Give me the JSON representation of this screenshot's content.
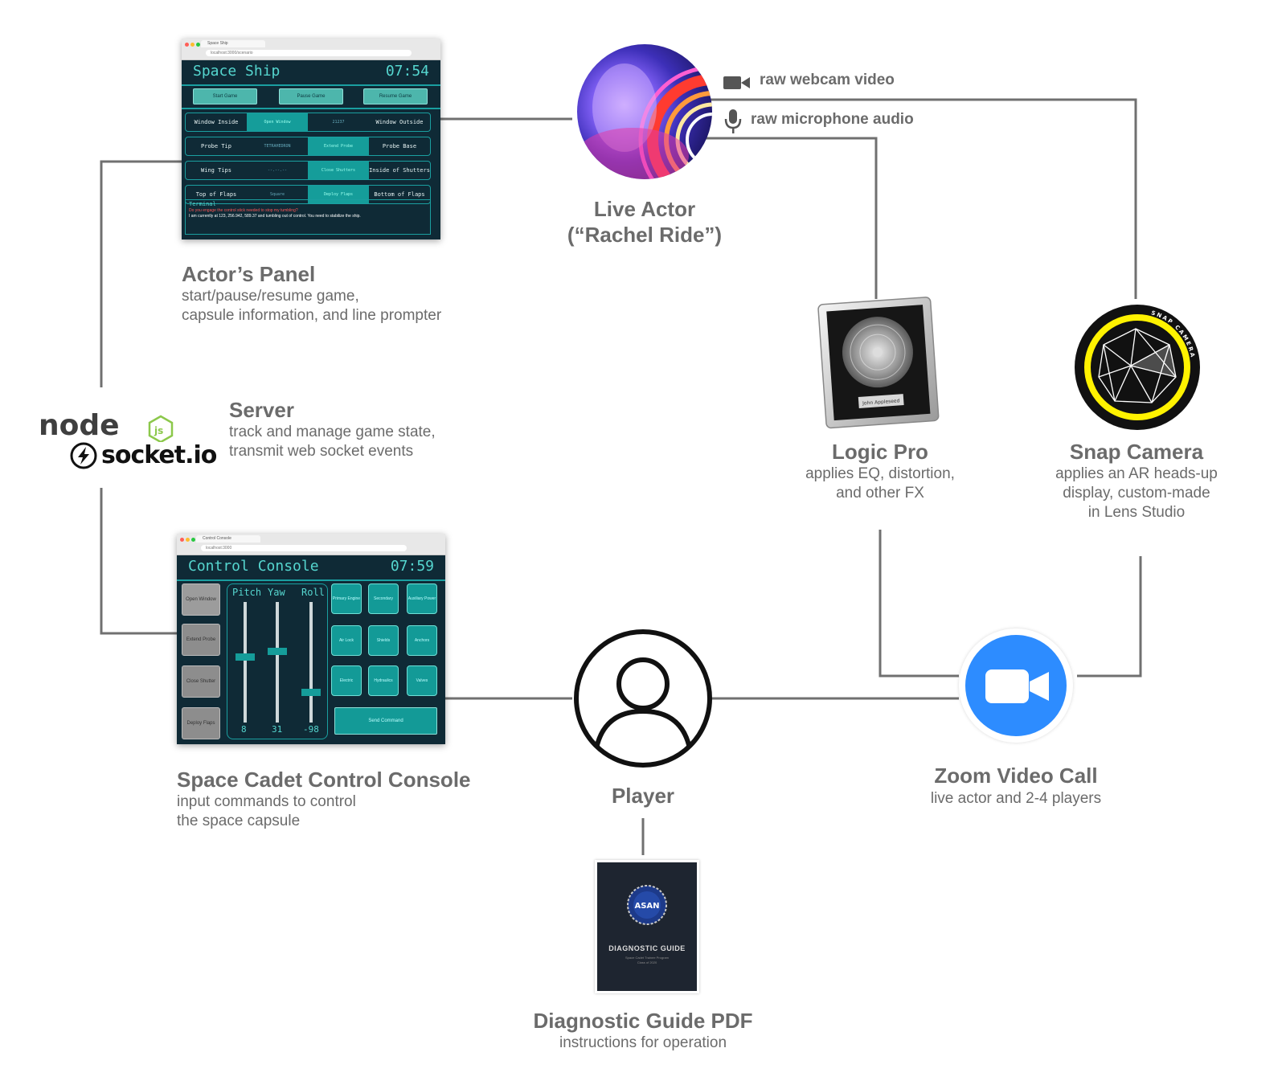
{
  "nodes": {
    "actors_panel": {
      "title": "Actor’s Panel",
      "desc1": "start/pause/resume game,",
      "desc2": "capsule information, and line prompter"
    },
    "live_actor": {
      "title1": "Live Actor",
      "title2": "(“Rachel Ride”)"
    },
    "server": {
      "title": "Server",
      "desc1": "track and manage game state,",
      "desc2": "transmit web socket events",
      "logo_node": "node",
      "logo_js": "js",
      "logo_socket": "socket.io"
    },
    "logic_pro": {
      "title": "Logic Pro",
      "desc1": "applies EQ, distortion,",
      "desc2": "and other FX"
    },
    "snap_camera": {
      "title": "Snap Camera",
      "desc1": "applies an AR heads-up",
      "desc2": "display, custom-made",
      "desc3": "in Lens Studio"
    },
    "control_console": {
      "title": "Space Cadet Control Console",
      "desc1": "input commands to control",
      "desc2": "the space capsule"
    },
    "player": {
      "title": "Player"
    },
    "zoom": {
      "title": "Zoom Video Call",
      "desc": "live actor and 2-4 players"
    },
    "diagnostic_guide": {
      "title": "Diagnostic Guide PDF",
      "desc": "instructions for operation",
      "cover_logo": "ASAN",
      "cover_title": "DIAGNOSTIC GUIDE",
      "cover_sub1": "Space Cadet Trainee Program",
      "cover_sub2": "Class of 2020"
    }
  },
  "edge_labels": {
    "video": "raw webcam video",
    "audio": "raw microphone audio"
  },
  "space_ship_ui": {
    "tab": "Space Ship",
    "url": "localhost:3000/scenario",
    "title": "Space Ship",
    "time": "07:54",
    "buttons": [
      "Start Game",
      "Pause Game",
      "Resume Game"
    ],
    "rows": [
      {
        "left": "Window Inside",
        "mid1": "Open Window",
        "mid2": "21237",
        "right": "Window Outside"
      },
      {
        "left": "Probe Tip",
        "mid1": "TETRAHEDRON",
        "mid2": "Extend Probe",
        "right": "Probe Base"
      },
      {
        "left": "Wing Tips",
        "mid1": "--.--.--",
        "mid2": "Close Shutters",
        "right": "Inside of Shutters"
      },
      {
        "left": "Top of Flaps",
        "mid1": "Square",
        "mid2": "Deploy Flaps",
        "right": "Bottom of Flaps"
      }
    ],
    "terminal_label": "Terminal",
    "terminal_red": "Do you engage the control stick needed to stop my tumbling?",
    "terminal_white": "I am currently at 123, 256.942, 589.37 and tumbling out of control. You need to stabilize the ship."
  },
  "console_ui": {
    "tab": "Control Console",
    "url": "localhost:3000",
    "title": "Control Console",
    "time": "07:59",
    "left_buttons": [
      "Open Window",
      "Extend Probe",
      "Close Shutter",
      "Deploy Flaps"
    ],
    "slider_labels": [
      "Pitch",
      "Yaw",
      "Roll"
    ],
    "slider_values": [
      "8",
      "31",
      "-98"
    ],
    "grid_buttons": [
      "Primary Engine",
      "Secondary Engine",
      "Auxiliary Power",
      "Air Lock",
      "Shields",
      "Anchors",
      "Electric",
      "Hydraulics",
      "Valves"
    ],
    "send": "Send Command"
  },
  "logic_pro_badge": "John Appleseed",
  "snap_ring_text": "SNAP CAMERA",
  "colors": {
    "line": "#6e6e6e",
    "teal": "#159d9a",
    "zoom_blue": "#2d8cff",
    "snap_yellow": "#fff200",
    "node_green": "#8cc84b"
  }
}
